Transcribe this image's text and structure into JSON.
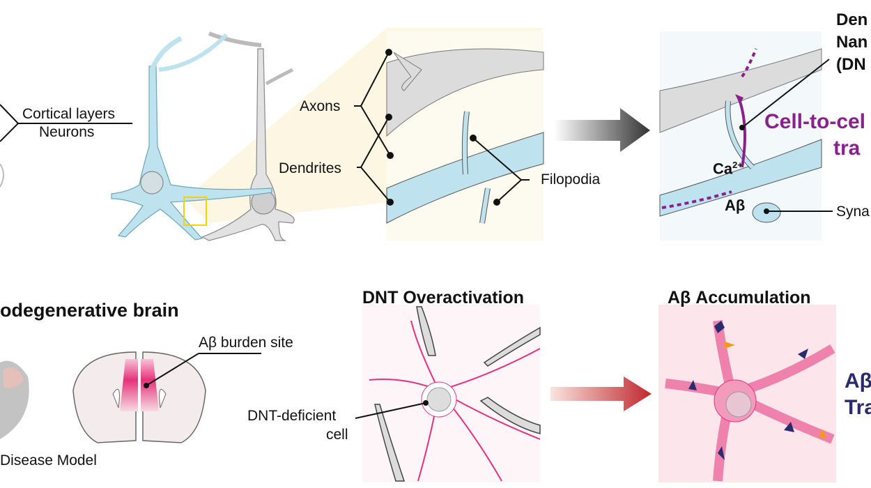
{
  "top_panel": {
    "cortical_label_line1": "Cortical layers",
    "cortical_label_line2": "Neurons",
    "axons_label": "Axons",
    "dendrites_label": "Dendrites",
    "filopodia_label": "Filopodia",
    "dnt_label_line1": "Den",
    "dnt_label_line2": "Nan",
    "dnt_label_line3": "(DN",
    "transfer_line1": "Cell-to-cel",
    "transfer_line2": "tra",
    "ca_label": "Ca",
    "ca_sup": "2+",
    "abeta_label": "Aβ",
    "synapse_label": "Syna"
  },
  "bottom_panel": {
    "brain_title": "odegenerative brain",
    "burden_label": "Aβ burden site",
    "disease_model_label": "Disease Model",
    "overactivation_title": "DNT Overactivation",
    "deficient_line1": "DNT-deficient",
    "deficient_line2": "cell",
    "accumulation_title": "Aβ Accumulation",
    "right_label_line1": "Aβ",
    "right_label_line2": "Tra"
  },
  "colors": {
    "dendrite_blue": "#bfe2ef",
    "axon_gray": "#dcdcdc",
    "highlight_yellow": "#fbf4dc",
    "purple": "#8a1f8e",
    "magenta": "#e6317a",
    "navy": "#2a2a6e",
    "red_arrow": "#c0282e",
    "orange": "#f39a1e"
  }
}
